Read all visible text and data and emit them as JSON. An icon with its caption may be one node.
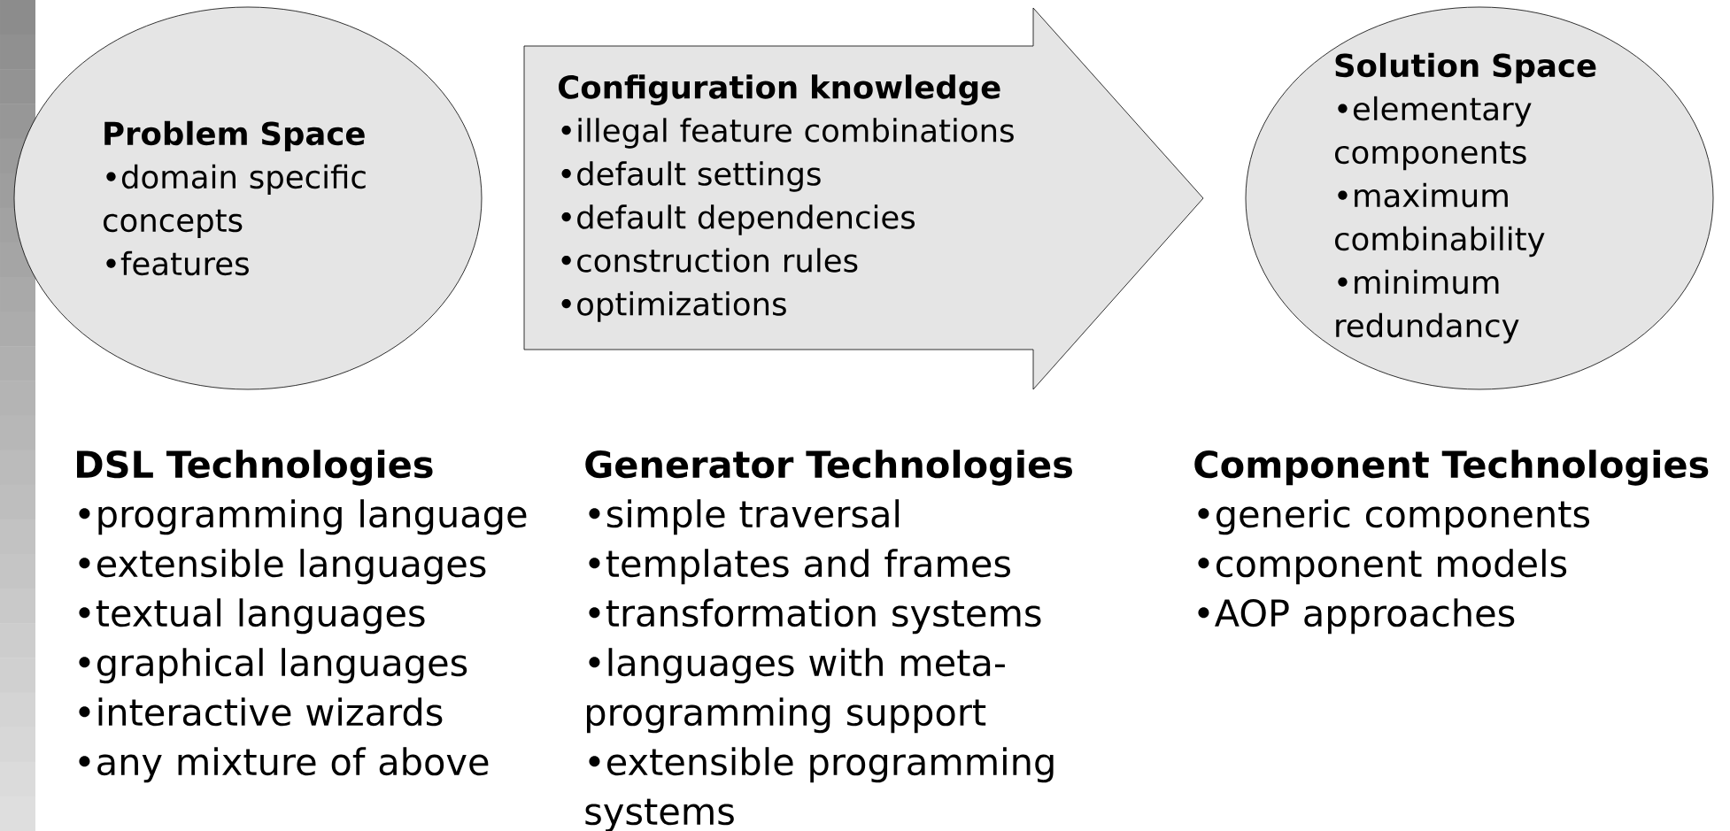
{
  "diagram": {
    "nodes": [
      {
        "text": [
          "Problem Space",
          "•domain specific concepts",
          "•features"
        ]
      },
      {
        "text": [
          "Configuration knowledge",
          "•illegal feature combinations",
          "•default settings",
          "•default dependencies",
          "•construction rules",
          "•optimizations"
        ]
      },
      {
        "text": [
          "Solution Space",
          "•elementary components",
          "•maximum combinability",
          "•minimum redundancy"
        ]
      }
    ],
    "labels": [
      "DSL Technologies",
      "•programming language",
      "•extensible languages",
      "•textual languages",
      "•graphical languages",
      "•interactive wizards",
      "•any mixture of above",
      "Generator Technologies",
      "•simple traversal",
      "•templates and frames",
      "•transformation systems",
      "•languages with meta-programming support",
      "•extensible programming systems",
      "Component Technologies",
      "•generic components",
      "•component models",
      "•AOP approaches"
    ]
  }
}
